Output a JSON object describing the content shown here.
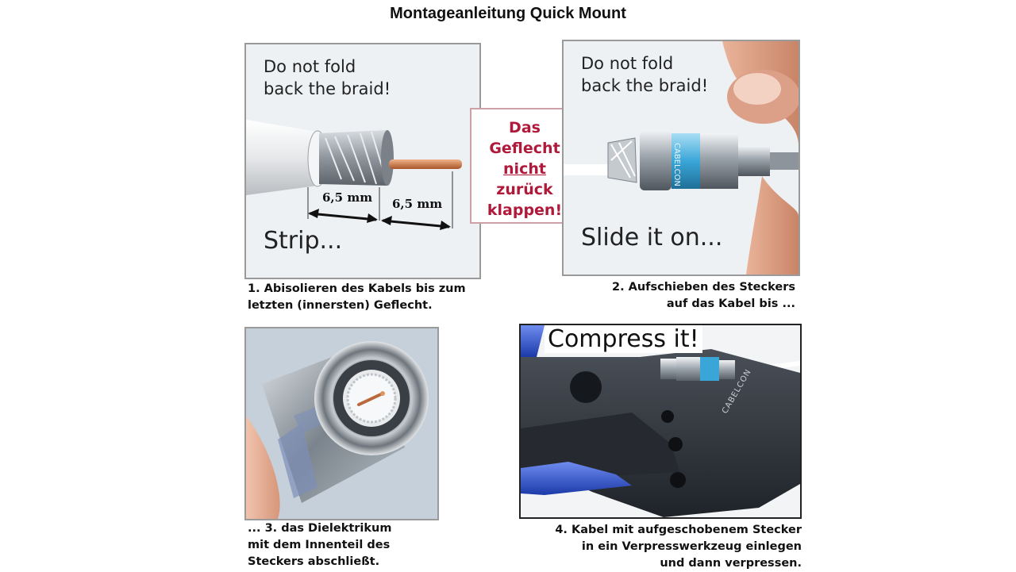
{
  "title": "Montageanleitung Quick Mount",
  "panel1": {
    "note_line1": "Do not fold",
    "note_line2": "back the braid!",
    "dim1": "6,5 mm",
    "dim2": "6,5 mm",
    "action": "Strip..."
  },
  "warning": {
    "line1": "Das",
    "line2": "Geflecht",
    "line3": "nicht",
    "line4": "zurück",
    "line5": "klappen!"
  },
  "panel2": {
    "note_line1": "Do not fold",
    "note_line2": "back the braid!",
    "action": "Slide it on...",
    "connector_brand": "CABELCON"
  },
  "panel4": {
    "action": "Compress it!",
    "tool_brand": "CABELCON"
  },
  "captions": {
    "step1_line1": "1. Abisolieren des Kabels bis zum",
    "step1_line2": "letzten (innersten) Geflecht.",
    "step2_line1": "2. Aufschieben des Steckers",
    "step2_line2": "auf das Kabel bis ...",
    "step3_line1": "... 3. das Dielektrikum",
    "step3_line2": "mit dem Innenteil des",
    "step3_line3": "Steckers abschließt.",
    "step4_line1": "4. Kabel mit aufgeschobenem Stecker",
    "step4_line2": "in ein Verpresswerkzeug einlegen",
    "step4_line3": "und dann verpressen."
  },
  "colors": {
    "warning_red": "#b0193a",
    "connector_blue": "#3aa6d8",
    "tool_dark": "#2b2f36",
    "handle_blue": "#2d4fd0",
    "copper": "#c8733c"
  }
}
